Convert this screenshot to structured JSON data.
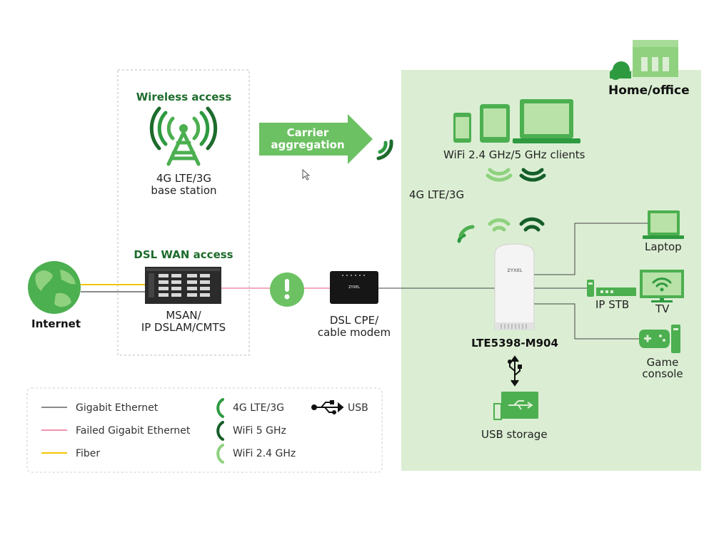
{
  "home_office": {
    "title": "Home/office"
  },
  "wireless": {
    "title": "Wireless access",
    "station_line1": "4G LTE/3G",
    "station_line2": "base station"
  },
  "dsl": {
    "title": "DSL WAN access",
    "msan_line1": "MSAN/",
    "msan_line2": "IP DSLAM/CMTS"
  },
  "carrier": {
    "line1": "Carrier",
    "line2": "aggregation"
  },
  "internet": {
    "label": "Internet"
  },
  "cpe": {
    "line1": "DSL CPE/",
    "line2": "cable modem",
    "brand": "ZYXEL"
  },
  "router": {
    "name": "LTE5398-M904",
    "brand": "ZYXEL"
  },
  "wifi_clients": {
    "label": "WiFi 2.4 GHz/5 GHz clients"
  },
  "lte_label": "4G LTE/3G",
  "devices": {
    "laptop": "Laptop",
    "ip_stb": "IP STB",
    "tv": "TV",
    "game_line1": "Game",
    "game_line2": "console",
    "usb_storage": "USB storage"
  },
  "legend": {
    "gigabit": "Gigabit Ethernet",
    "failed": "Failed Gigabit Ethernet",
    "fiber": "Fiber",
    "lte": "4G LTE/3G",
    "wifi5": "WiFi 5 GHz",
    "wifi24": "WiFi 2.4 GHz",
    "usb": "USB"
  },
  "colors": {
    "home_bg": "#dbeed3",
    "green_mid": "#4caf50",
    "green_dark": "#155e2a",
    "green_light": "#8fd17f",
    "gigabit": "#444444",
    "failed": "#e8527a",
    "fiber": "#f2c500"
  }
}
